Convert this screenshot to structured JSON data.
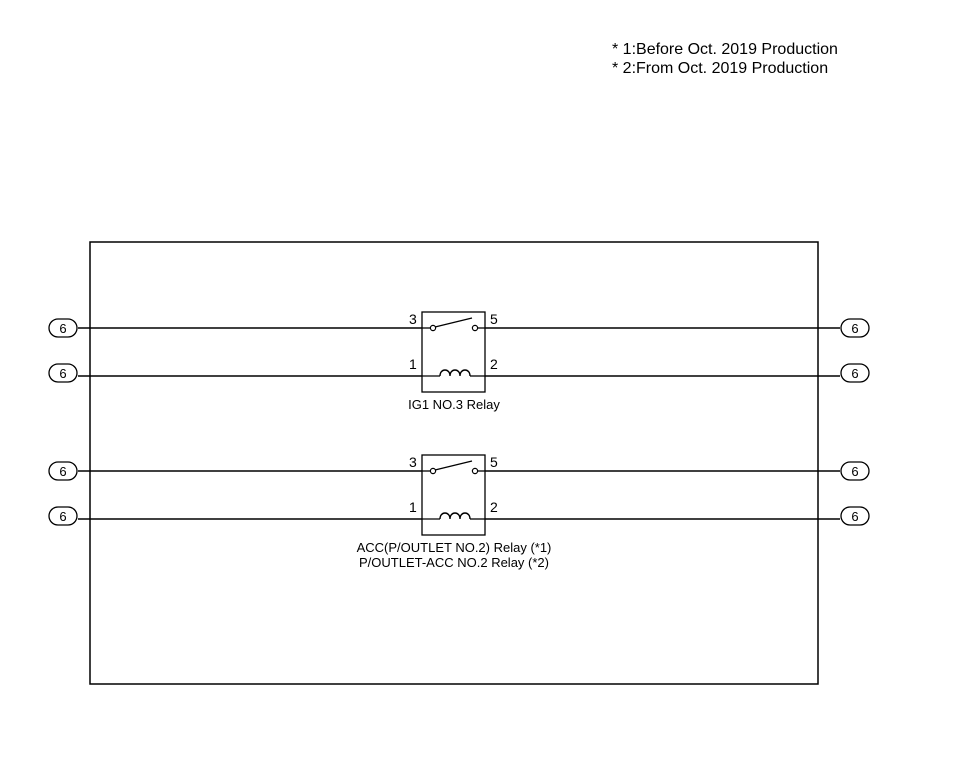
{
  "notes": [
    "* 1:Before Oct. 2019 Production",
    "* 2:From Oct. 2019 Production"
  ],
  "connector_label": "6",
  "relays": [
    {
      "name_lines": [
        "IG1 NO.3 Relay"
      ],
      "switch_pins": [
        "3",
        "5"
      ],
      "coil_pins": [
        "1",
        "2"
      ]
    },
    {
      "name_lines": [
        "ACC(P/OUTLET NO.2) Relay (*1)",
        "P/OUTLET-ACC NO.2 Relay (*2)"
      ],
      "switch_pins": [
        "3",
        "5"
      ],
      "coil_pins": [
        "1",
        "2"
      ]
    }
  ]
}
